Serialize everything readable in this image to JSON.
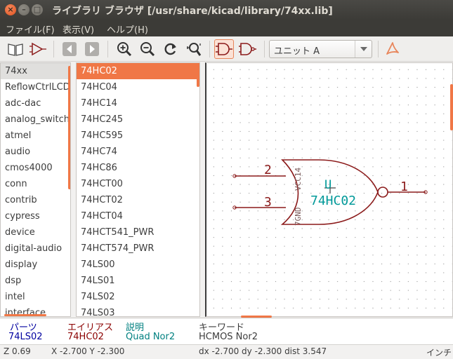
{
  "window": {
    "title": "ライブラリ ブラウザ [/usr/share/kicad/library/74xx.lib]"
  },
  "menu": {
    "file": "ファイル(F)",
    "view": "表示(V)",
    "help": "ヘルプ(H)"
  },
  "toolbar": {
    "icons": [
      "book-icon",
      "edit-part-icon",
      "previous-icon",
      "next-icon",
      "zoom-in-icon",
      "zoom-out-icon",
      "redraw-icon",
      "zoom-fit-icon",
      "normal-body-icon",
      "demorgan-body-icon",
      "pdf-icon"
    ],
    "unit_select": "ユニット A"
  },
  "libraries": {
    "selected": "74xx",
    "items": [
      "74xx",
      "ReflowCtrlLCD",
      "adc-dac",
      "analog_switches",
      "atmel",
      "audio",
      "cmos4000",
      "conn",
      "contrib",
      "cypress",
      "device",
      "digital-audio",
      "display",
      "dsp",
      "intel",
      "interface"
    ]
  },
  "parts": {
    "selected": "74HC02",
    "items": [
      "74HC02",
      "74HC04",
      "74HC14",
      "74HC245",
      "74HC595",
      "74HC74",
      "74HC86",
      "74HCT00",
      "74HCT02",
      "74HCT04",
      "74HCT541_PWR",
      "74HCT574_PWR",
      "74LS00",
      "74LS01",
      "74LS02",
      "74LS03"
    ]
  },
  "schematic": {
    "ref": "U",
    "value": "74HC02",
    "pins": {
      "in_a": "2",
      "in_b": "3",
      "out": "1"
    },
    "power_label": "VCC14",
    "gnd_label": "7GND"
  },
  "info": {
    "headers": {
      "part": "パーツ",
      "alias": "エイリアス",
      "description": "説明",
      "keywords": "キーワード"
    },
    "values": {
      "part": "74LS02",
      "alias": "74HC02",
      "description": "Quad Nor2",
      "keywords": "HCMOS Nor2"
    }
  },
  "status": {
    "zoom": "Z 0.69",
    "xy": "X -2.700  Y -2.300",
    "delta": "dx -2.700  dy -2.300  dist 3.547",
    "units": "インチ"
  },
  "colors": {
    "accent": "#f07746",
    "symbol": "#8b1a1a",
    "value_text": "#009999"
  }
}
